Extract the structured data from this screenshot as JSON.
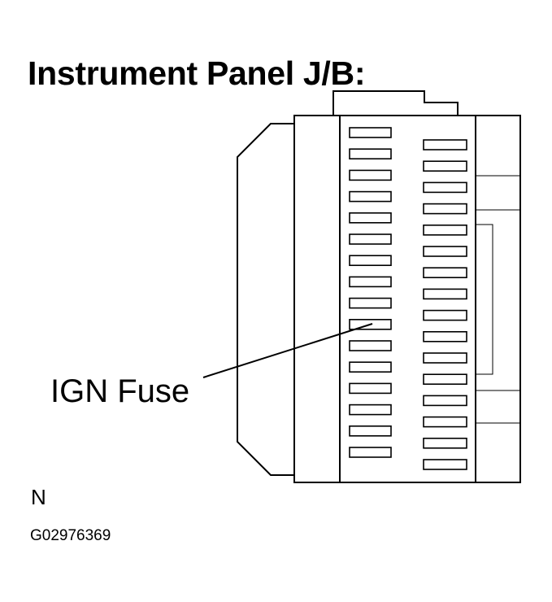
{
  "title": "Instrument Panel J/B:",
  "callout": {
    "label": "IGN Fuse"
  },
  "orientation_marker": "N",
  "figure_id": "G02976369",
  "fuse_block": {
    "left_column_slots": 16,
    "right_column_slots": 16,
    "highlighted": {
      "column": "left",
      "slot": 10,
      "label": "IGN Fuse"
    }
  },
  "colors": {
    "line": "#000000",
    "background": "#ffffff"
  }
}
